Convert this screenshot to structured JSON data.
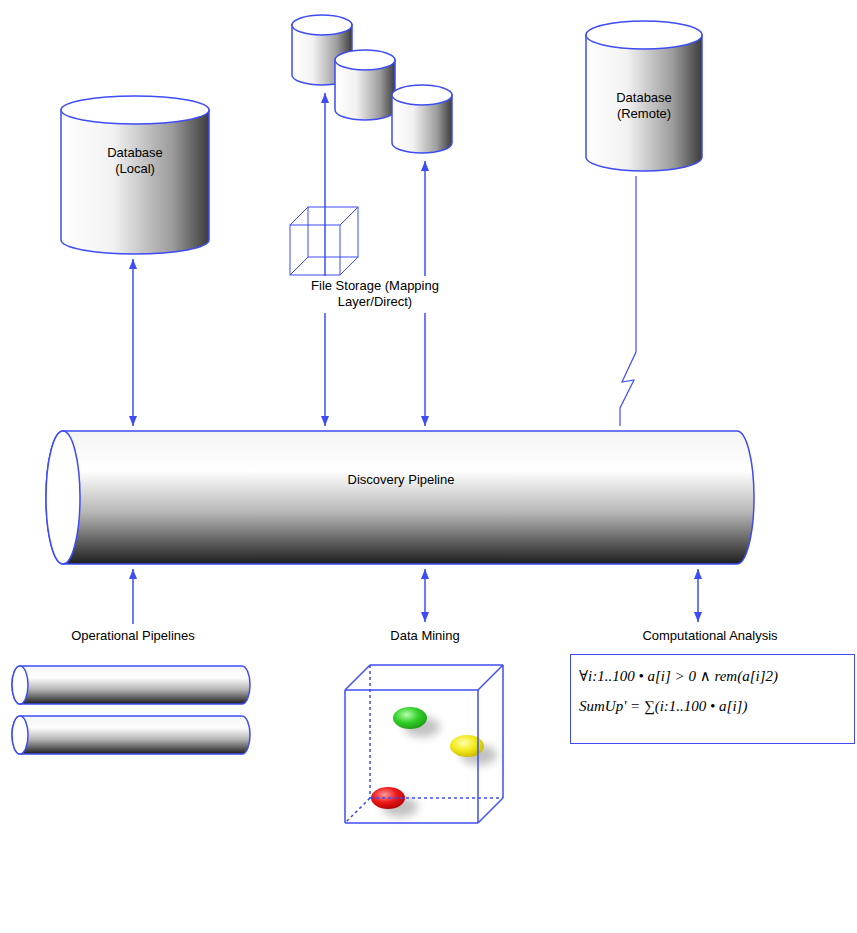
{
  "diagram": {
    "nodes": [
      {
        "text": [
          "Database (Local)"
        ]
      },
      {
        "text": [
          "File Storage (Mapping Layer/Direct)"
        ]
      },
      {
        "text": [
          "Database (Remote)"
        ]
      },
      {
        "text": [
          "Discovery Pipeline"
        ]
      },
      {
        "text": [
          "Operational Pipelines"
        ]
      },
      {
        "text": [
          "Data Mining"
        ]
      },
      {
        "text": [
          "Computational Analysis",
          "∀i:1..100 • a[i] > 0 ∧ rem(a[i]2)",
          "SumUp' = ∑(i:1..100 • a[i])"
        ]
      }
    ],
    "edges": [
      {
        "from": 3,
        "to": 0,
        "arrow": "both"
      },
      {
        "from": 3,
        "to": 1,
        "arrow": "both"
      },
      {
        "from": 3,
        "to": 1,
        "arrow": "both"
      },
      {
        "from": 3,
        "to": 2,
        "arrow": "none"
      },
      {
        "from": 4,
        "to": 3,
        "arrow": "to"
      },
      {
        "from": 3,
        "to": 5,
        "arrow": "both"
      },
      {
        "from": 3,
        "to": 6,
        "arrow": "both"
      }
    ]
  }
}
